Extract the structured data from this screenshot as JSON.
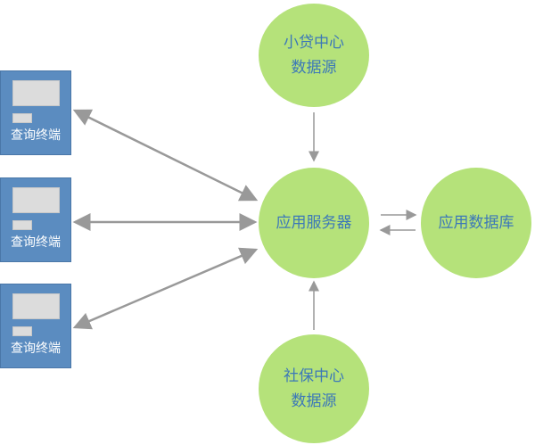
{
  "colors": {
    "node_fill": "#b5e27a",
    "node_text": "#3c78b8",
    "terminal_fill": "#5b8cc0",
    "terminal_label": "#ffffff",
    "screen_fill": "#dcdcdc",
    "arrow": "#999999"
  },
  "nodes": {
    "loan_source": {
      "line1": "小贷中心",
      "line2": "数据源"
    },
    "app_server": {
      "label": "应用服务器"
    },
    "app_database": {
      "label": "应用数据库"
    },
    "social_source": {
      "line1": "社保中心",
      "line2": "数据源"
    }
  },
  "terminals": [
    {
      "label": "查询终端"
    },
    {
      "label": "查询终端"
    },
    {
      "label": "查询终端"
    }
  ],
  "connections": [
    {
      "from": "小贷中心数据源",
      "to": "应用服务器",
      "direction": "one-way"
    },
    {
      "from": "社保中心数据源",
      "to": "应用服务器",
      "direction": "one-way"
    },
    {
      "from": "查询终端",
      "to": "应用服务器",
      "direction": "two-way"
    },
    {
      "from": "查询终端",
      "to": "应用服务器",
      "direction": "two-way"
    },
    {
      "from": "查询终端",
      "to": "应用服务器",
      "direction": "two-way"
    },
    {
      "from": "应用服务器",
      "to": "应用数据库",
      "direction": "two-way (parallel)"
    }
  ]
}
